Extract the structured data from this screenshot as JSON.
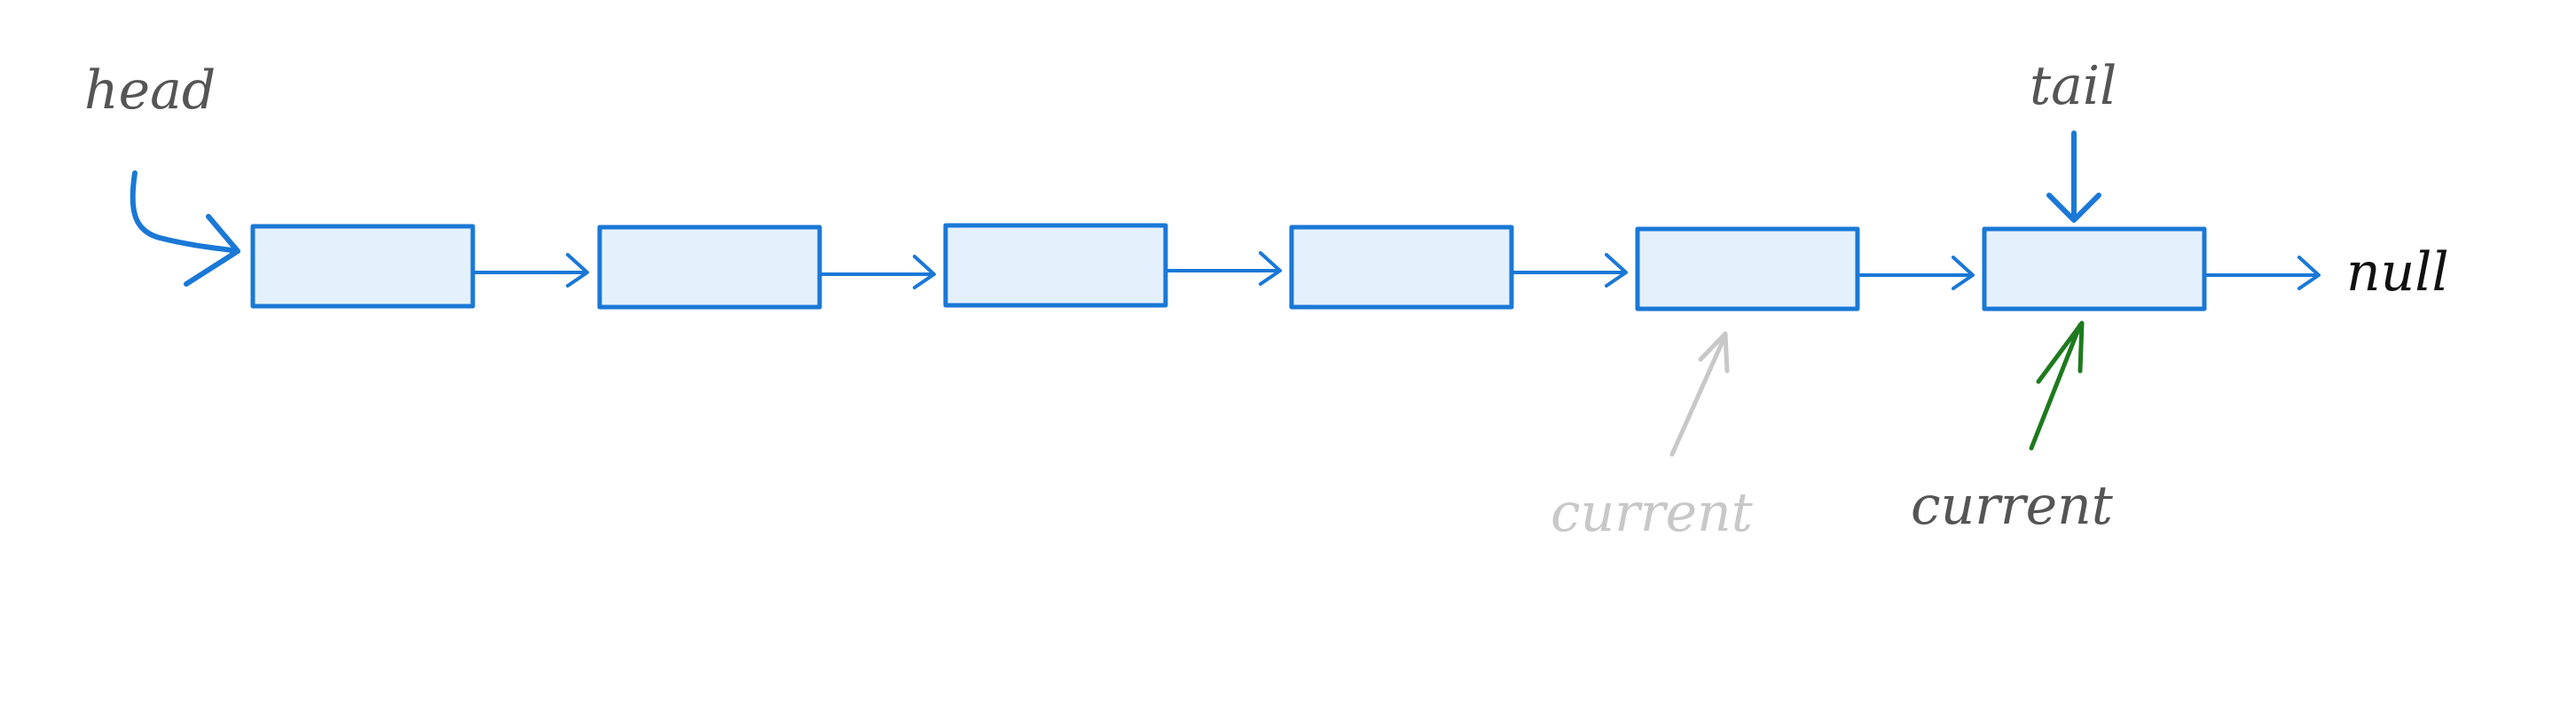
{
  "labels": {
    "head": "head",
    "tail": "tail",
    "null": "null",
    "current_previous": "current",
    "current": "current"
  },
  "nodes": [
    {
      "id": 1
    },
    {
      "id": 2
    },
    {
      "id": 3
    },
    {
      "id": 4
    },
    {
      "id": 5
    },
    {
      "id": 6
    }
  ],
  "colors": {
    "node_fill": "#e4f1fd",
    "node_stroke": "#1a78d6",
    "pointer_blue": "#1a78d6",
    "current_green": "#1e7a1e",
    "faded_gray": "#c8c8c8",
    "label_dark": "#555555",
    "null_black": "#111111"
  }
}
